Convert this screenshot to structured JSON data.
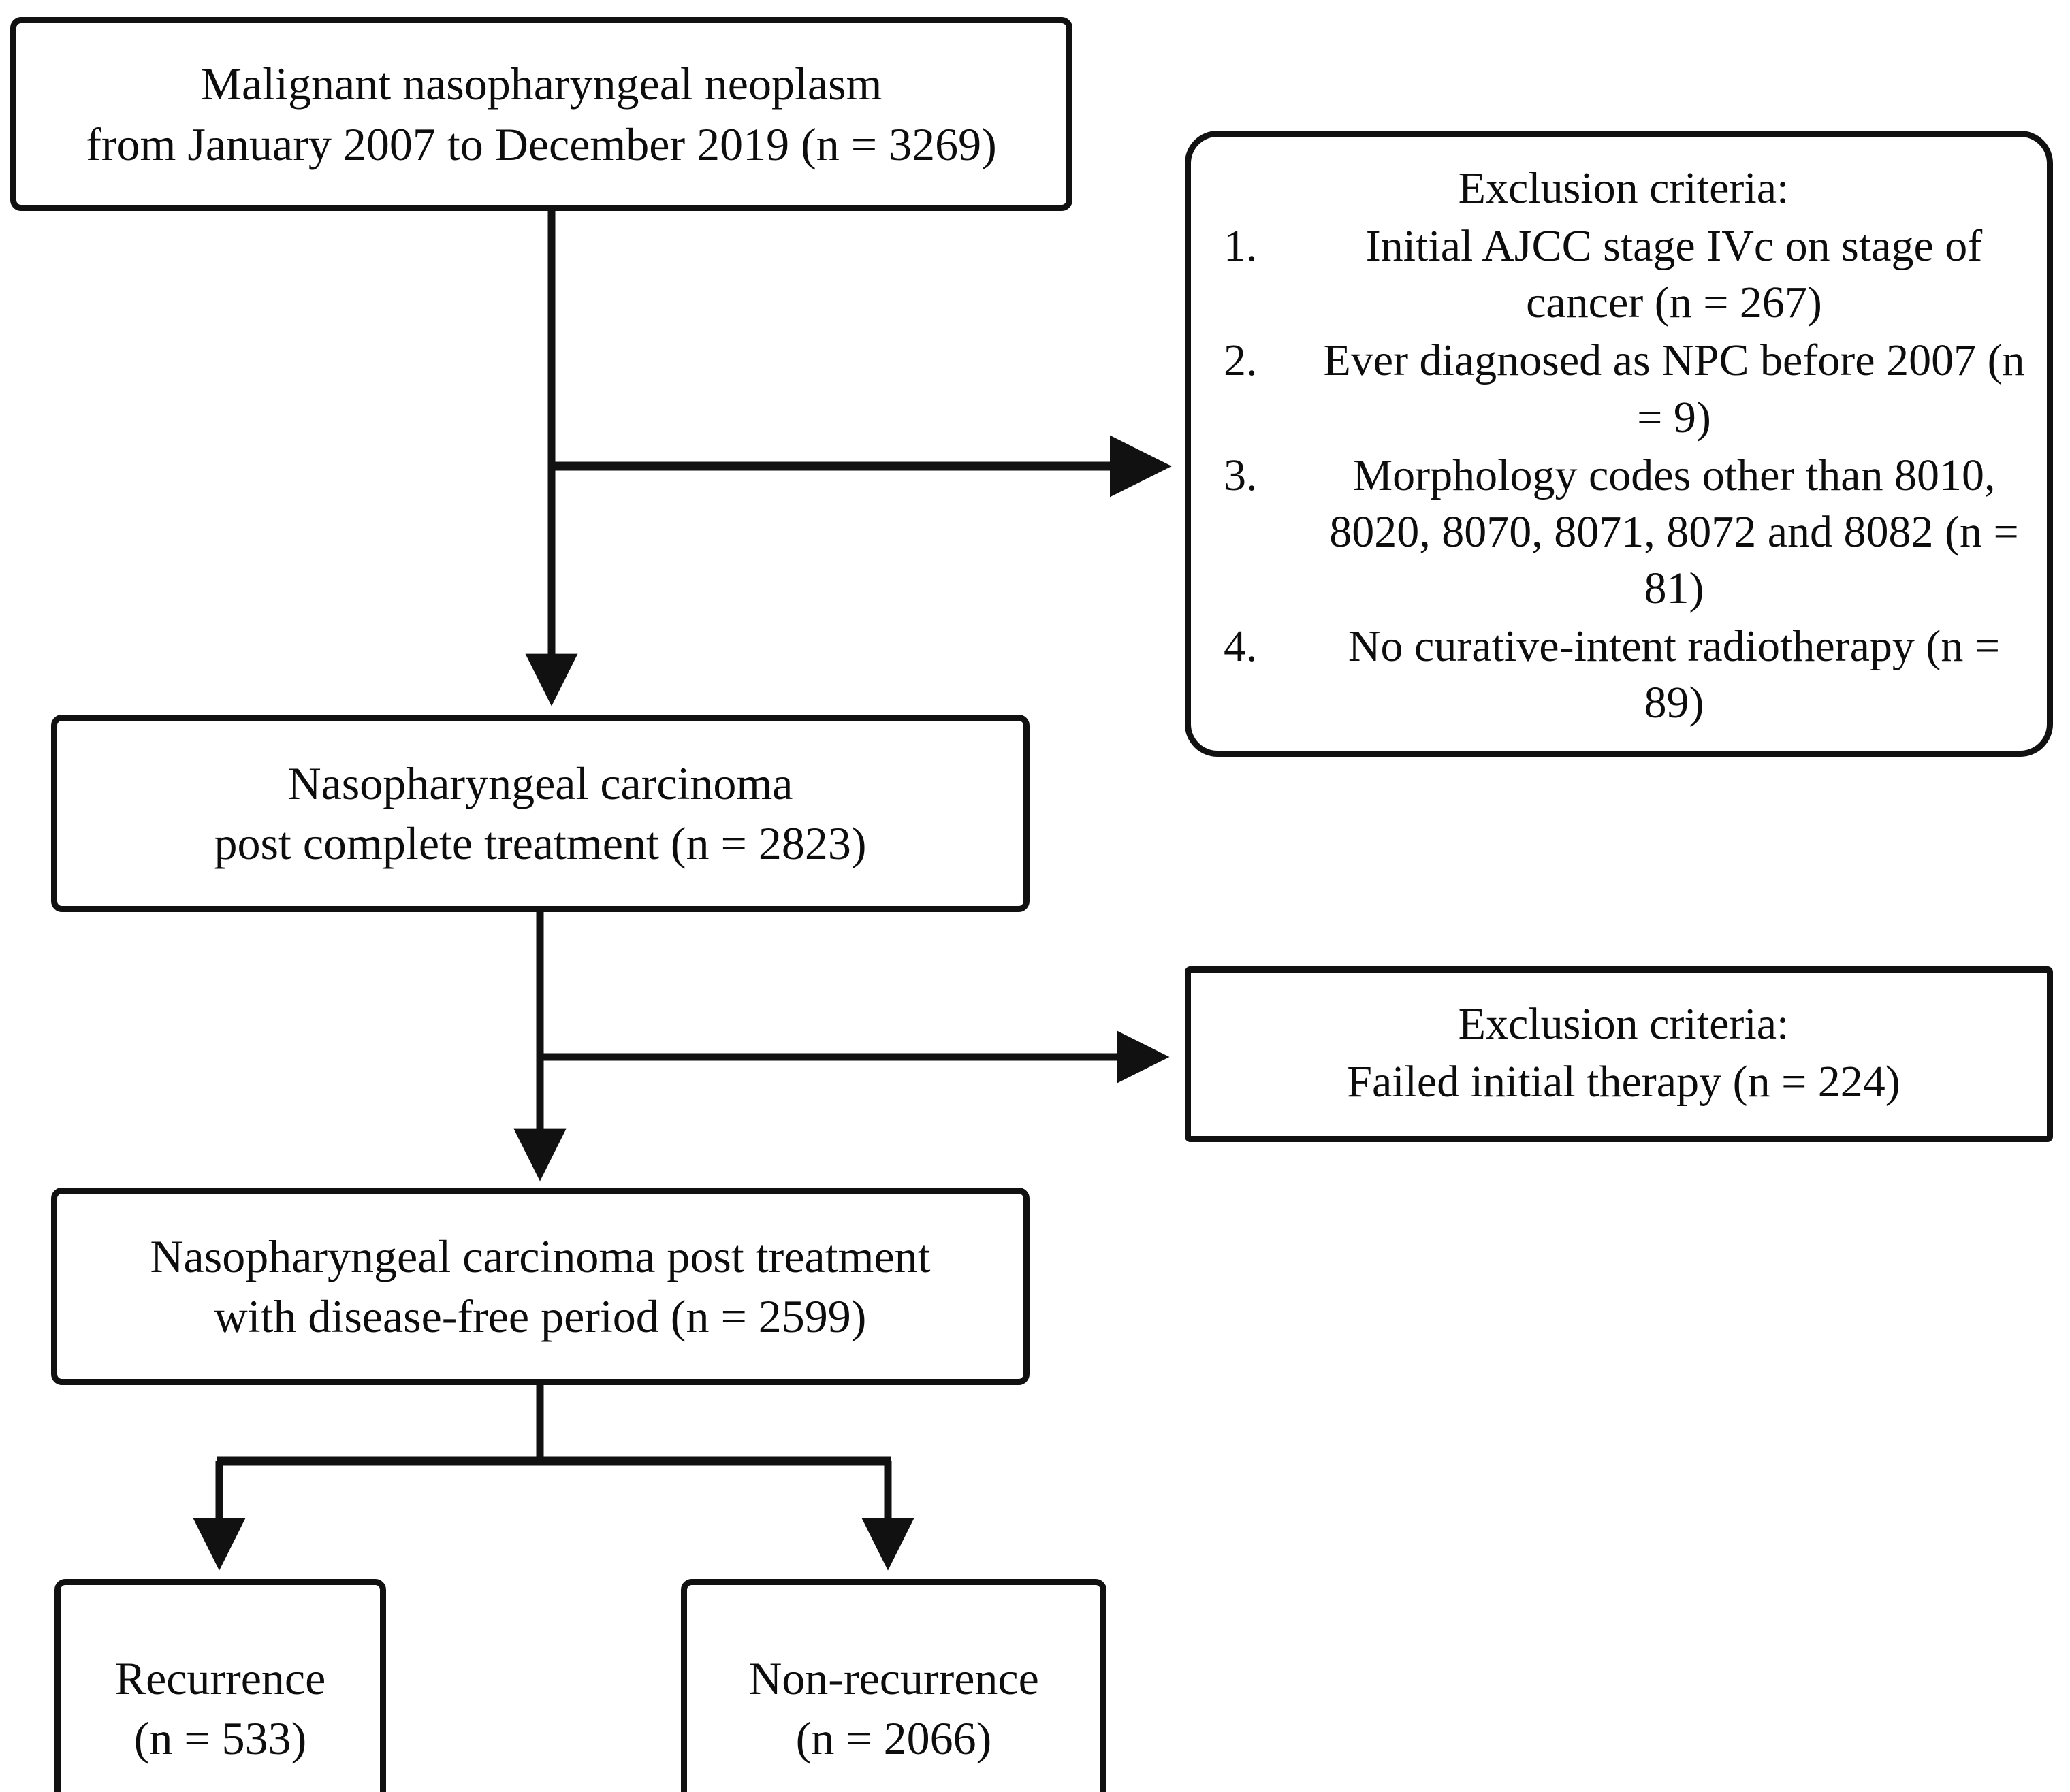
{
  "diagram": {
    "title": "Patient selection flow diagram for nasopharyngeal carcinoma cohort",
    "type": "flowchart",
    "colors": {
      "stroke": "#111111",
      "fill": "#ffffff",
      "text": "#0d0d0d"
    }
  },
  "nodes": {
    "cohort": {
      "text": "Malignant nasopharyngeal neoplasm\nfrom January 2007 to December 2019 (n = 3269)",
      "line1": "Malignant nasopharyngeal neoplasm",
      "line2": "from January 2007 to December 2019 (n = 3269)",
      "n": 3269
    },
    "carcinoma": {
      "text": "Nasopharyngeal carcinoma\npost complete treatment (n = 2823)",
      "line1": "Nasopharyngeal carcinoma",
      "line2": "post complete treatment (n = 2823)",
      "n": 2823
    },
    "disease_free": {
      "text": "Nasopharyngeal carcinoma post treatment\nwith disease-free period (n = 2599)",
      "line1": "Nasopharyngeal carcinoma post treatment",
      "line2": "with disease-free period (n = 2599)",
      "n": 2599
    },
    "recurrence": {
      "text": "Recurrence\n(n = 533)",
      "line1": "Recurrence",
      "line2": "(n = 533)",
      "n": 533
    },
    "non_recurrence": {
      "text": "Non-recurrence\n(n = 2066)",
      "line1": "Non-recurrence",
      "line2": "(n = 2066)",
      "n": 2066
    }
  },
  "exclusion_1": {
    "title": "Exclusion criteria:",
    "items": [
      {
        "num": "1.",
        "text": "Initial AJCC stage IVc on stage of cancer (n = 267)",
        "n": 267
      },
      {
        "num": "2.",
        "text": "Ever diagnosed as NPC before 2007 (n = 9)",
        "n": 9
      },
      {
        "num": "3.",
        "text": "Morphology codes other than 8010, 8020, 8070, 8071, 8072 and 8082 (n = 81)",
        "n": 81
      },
      {
        "num": "4.",
        "text": "No curative-intent radiotherapy (n = 89)",
        "n": 89
      }
    ]
  },
  "exclusion_2": {
    "title": "Exclusion criteria:",
    "line": "Failed initial therapy (n = 224)",
    "n": 224
  }
}
